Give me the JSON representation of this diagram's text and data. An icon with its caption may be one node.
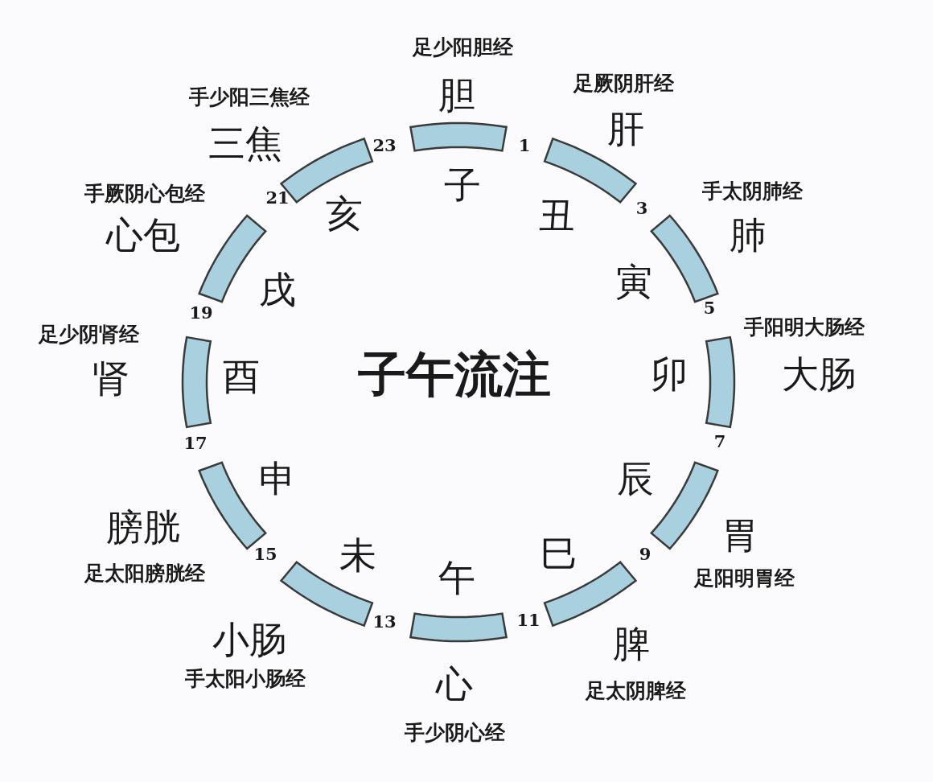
{
  "diagram": {
    "title": "子午流注",
    "nodes": [
      {
        "text": [],
        "shape": "bar"
      },
      {
        "text": [],
        "shape": "bar"
      },
      {
        "text": [],
        "shape": "bar"
      },
      {
        "text": [],
        "shape": "bar"
      },
      {
        "text": [],
        "shape": "bar"
      },
      {
        "text": [],
        "shape": "bar"
      },
      {
        "text": [],
        "shape": "bar"
      },
      {
        "text": [],
        "shape": "bar"
      },
      {
        "text": [],
        "shape": "bar"
      },
      {
        "text": [],
        "shape": "bar"
      },
      {
        "text": [],
        "shape": "bar"
      },
      {
        "text": [],
        "shape": "bar"
      }
    ],
    "labels": [
      "足少阳胆经",
      "胆",
      "足厥阴肝经",
      "手少阳三焦经",
      "三焦",
      "肝",
      "23",
      "1",
      "子",
      "手厥阴心包经",
      "手太阴肺经",
      "21",
      "亥",
      "丑",
      "3",
      "心包",
      "肺",
      "戌",
      "寅",
      "5",
      "手阳明大肠经",
      "19",
      "足少阴肾经",
      "肾",
      "酉",
      "卯",
      "大肠",
      "17",
      "7",
      "申",
      "辰",
      "膀胱",
      "胃",
      "15",
      "未",
      "巳",
      "午",
      "9",
      "足太阳膀胱经",
      "足阳明胃经",
      "13",
      "11",
      "小肠",
      "脾",
      "手太阳小肠经",
      "心",
      "足太阴脾经",
      "手少阴心经"
    ]
  }
}
